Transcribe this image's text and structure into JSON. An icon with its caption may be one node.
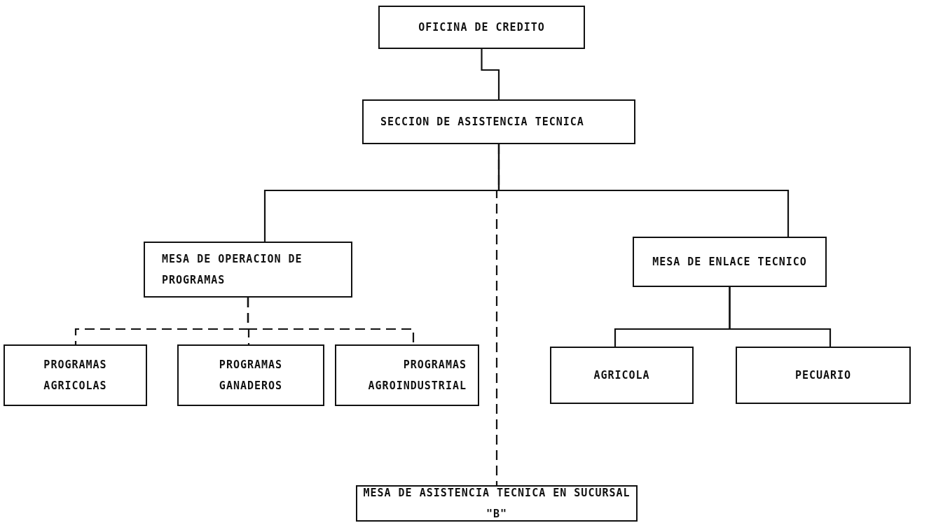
{
  "diagram": {
    "nodes": [
      {
        "text": [
          "OFICINA DE CREDITO"
        ]
      },
      {
        "text": [
          "SECCION DE ASISTENCIA TECNICA"
        ]
      },
      {
        "text": [
          "MESA DE OPERACION DE PROGRAMAS"
        ]
      },
      {
        "text": [
          "MESA DE ENLACE TECNICO"
        ]
      },
      {
        "text": [
          "PROGRAMAS AGRICOLAS"
        ]
      },
      {
        "text": [
          "PROGRAMAS GANADEROS"
        ]
      },
      {
        "text": [
          "PROGRAMAS AGROINDUSTRIAL"
        ]
      },
      {
        "text": [
          "AGRICOLA"
        ]
      },
      {
        "text": [
          "PECUARIO"
        ]
      },
      {
        "text": [
          "MESA DE ASISTENCIA TECNICA EN SUCURSAL \"B\""
        ]
      }
    ],
    "edges": [
      {
        "from": 0,
        "to": 1,
        "arrow": "none"
      },
      {
        "from": 1,
        "to": 2,
        "arrow": "none"
      },
      {
        "from": 1,
        "to": 3,
        "arrow": "none"
      },
      {
        "from": 1,
        "to": 9,
        "arrow": "none",
        "style": "dashed"
      },
      {
        "from": 2,
        "to": 4,
        "arrow": "none",
        "style": "dashed"
      },
      {
        "from": 2,
        "to": 5,
        "arrow": "none",
        "style": "dashed"
      },
      {
        "from": 2,
        "to": 6,
        "arrow": "none",
        "style": "dashed"
      },
      {
        "from": 3,
        "to": 7,
        "arrow": "none"
      },
      {
        "from": 3,
        "to": 8,
        "arrow": "none"
      }
    ]
  }
}
